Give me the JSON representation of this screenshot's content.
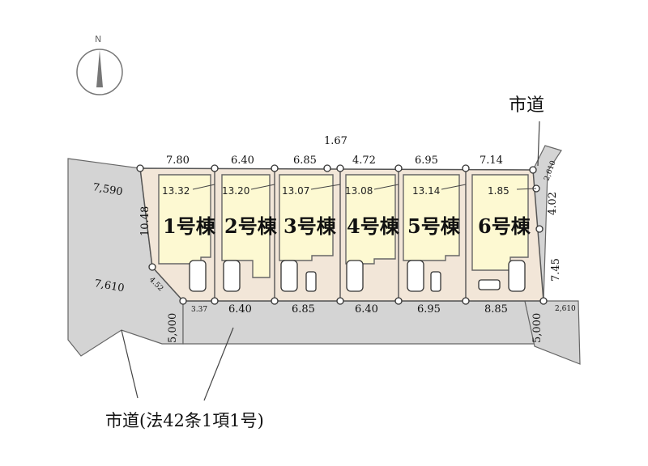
{
  "compass": {
    "north_letter": "N"
  },
  "roads": {
    "east": "市道",
    "south": "市道(法42条1項1号)"
  },
  "lots": [
    {
      "name": "1号棟",
      "area": "13.32"
    },
    {
      "name": "2号棟",
      "area": "13.20"
    },
    {
      "name": "3号棟",
      "area": "13.07"
    },
    {
      "name": "4号棟",
      "area": "13.08"
    },
    {
      "name": "5号棟",
      "area": "13.14"
    },
    {
      "name": "6号棟",
      "area": "1.85"
    }
  ],
  "dimensions": {
    "top": [
      "7.80",
      "6.40",
      "6.85",
      "4.72",
      "6.95",
      "7.14"
    ],
    "top_extra": "1.67",
    "bottom": [
      "3.37",
      "6.40",
      "6.85",
      "6.40",
      "6.95",
      "8.85"
    ],
    "west_side": "10.48",
    "west_diag": "4.52",
    "east_upper": "4.02",
    "east_lower": "7.45",
    "road_west_top": "7,590",
    "road_west_bottom": "7,610",
    "road_east_top": "2,610",
    "road_east_bottom": "2,610",
    "road_south_left": "5,000",
    "road_south_right": "5,000"
  },
  "colors": {
    "road": "#d4d4d4",
    "site": "#f2e6d8",
    "building": "#fdf9d2",
    "outline": "#555555"
  }
}
